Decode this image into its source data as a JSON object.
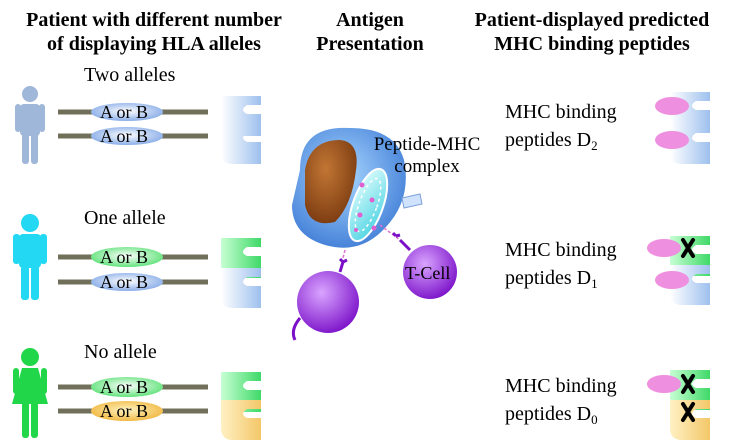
{
  "headers": {
    "left_line1": "Patient with different number",
    "left_line2": "of displaying HLA alleles",
    "mid_line1": "Antigen",
    "mid_line2": "Presentation",
    "right_line1": "Patient-displayed predicted",
    "right_line2": "MHC binding peptides"
  },
  "rows": [
    {
      "label": "Two alleles",
      "chromosome_labels": [
        "A or B",
        "A or B"
      ],
      "peptide_line1": "MHC binding",
      "peptide_line2": "peptides D",
      "subscript": "2"
    },
    {
      "label": "One allele",
      "chromosome_labels": [
        "A or B",
        "A or B"
      ],
      "peptide_line1": "MHC binding",
      "peptide_line2": "peptides D",
      "subscript": "1"
    },
    {
      "label": "No allele",
      "chromosome_labels": [
        "A or B",
        "A or B"
      ],
      "peptide_line1": "MHC binding",
      "peptide_line2": "peptides D",
      "subscript": "0"
    }
  ],
  "cell": {
    "complex_line1": "Peptide-MHC",
    "complex_line2": "complex",
    "tcell_label": "T-Cell"
  },
  "colors": {
    "blue_allele": "#7fa6e6",
    "green_allele": "#7ee68f",
    "yellow_allele": "#f0c34a",
    "pink_peptide": "#ee8fe0",
    "person_blue": "#9fb7d8",
    "person_cyan": "#22d8f2",
    "person_green": "#22d64a",
    "tcell_purple": "#9a2fe0",
    "cell_blue": "#4f86d9",
    "nucleus_brown": "#9a4f1a"
  }
}
